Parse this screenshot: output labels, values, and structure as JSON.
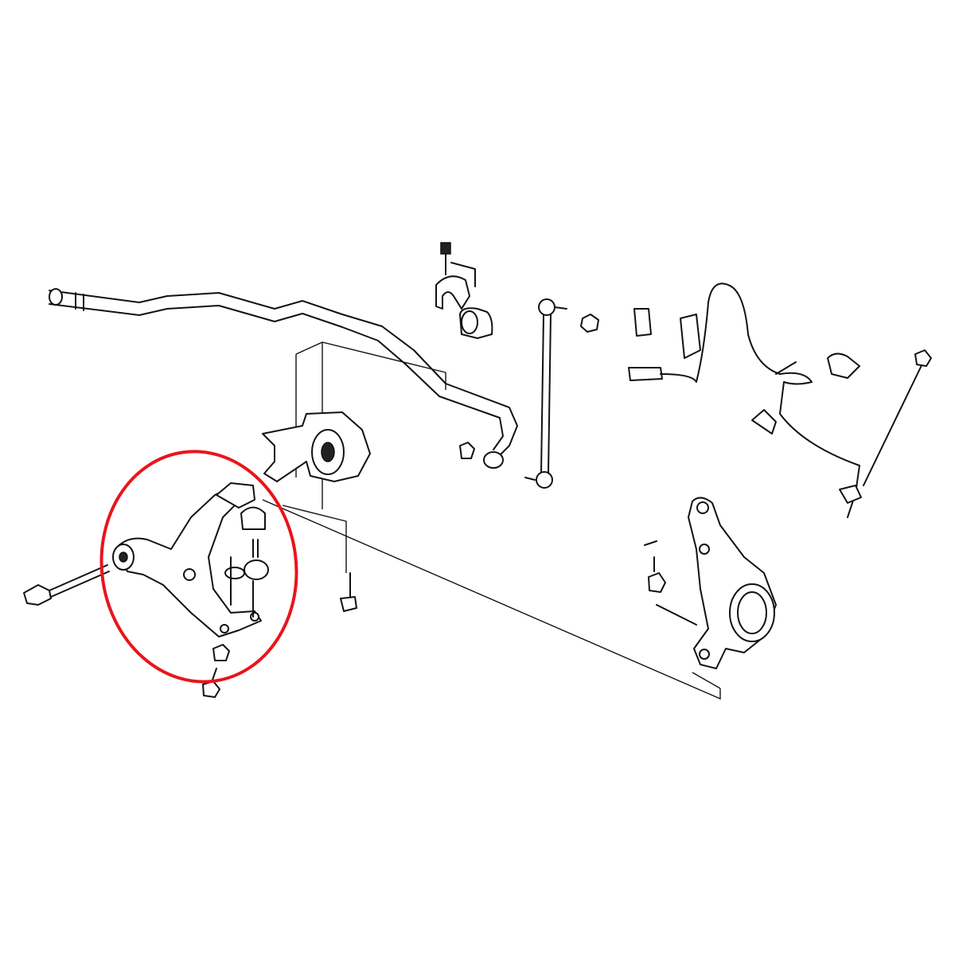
{
  "diagram": {
    "type": "exploded-parts-diagram",
    "highlight": {
      "color": "#e8151b",
      "target": "lower-control-arm"
    },
    "line_color": "#111111",
    "background": "#ffffff",
    "parts": [
      "stabilizer-bar",
      "stabilizer-bushing",
      "bushing-bracket",
      "stabilizer-link",
      "compliance-bushing",
      "lower-control-arm",
      "ball-joint",
      "knuckle",
      "wheel-speed-sensor",
      "bolts",
      "nuts"
    ]
  }
}
